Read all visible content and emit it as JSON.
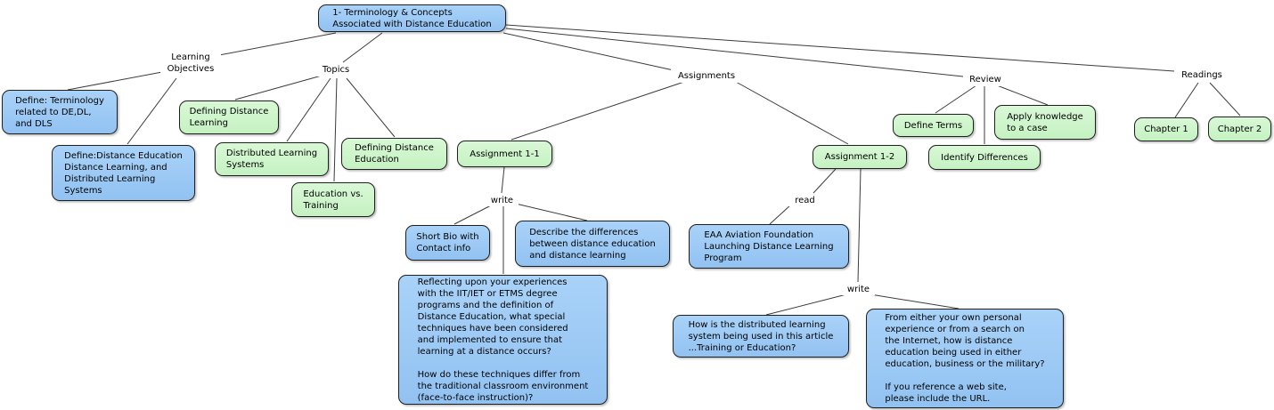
{
  "colors": {
    "concept_blue": "#99C7F6",
    "concept_green": "#CCF5CB",
    "node_border": "#1F1F1F",
    "connector": "#3C3C3C",
    "background": "#FFFFFF"
  },
  "nodes": {
    "root": "1- Terminology & Concepts\nAssociated with Distance Education",
    "learning_objectives": "Learning\nObjectives",
    "topics": "Topics",
    "assignments": "Assignments",
    "review": "Review",
    "readings": "Readings",
    "write_assignment1": "write",
    "read_assignment2": "read",
    "write_assignment2": "write",
    "define_terminology": "Define: Terminology\nrelated to DE,DL,\nand DLS",
    "define_de_dl_dls": "Define:Distance Education\nDistance Learning, and\nDistributed Learning\nSystems",
    "defining_distance_learning": "Defining Distance\nLearning",
    "distributed_learning_systems": "Distributed Learning\nSystems",
    "defining_distance_education": "Defining Distance\nEducation",
    "education_vs_training": "Education vs.\nTraining",
    "assignment_1_1": "Assignment 1-1",
    "assignment_1_2": "Assignment 1-2",
    "define_terms": "Define Terms",
    "apply_knowledge": "Apply knowledge\nto a case",
    "identify_differences": "Identify Differences",
    "chapter_1": "Chapter 1",
    "chapter_2": "Chapter 2",
    "short_bio": "Short Bio with\nContact info",
    "describe_differences": "Describe the differences\nbetween distance education\nand distance learning",
    "reflecting_question": "Reflecting upon your experiences\nwith the IIT/IET or ETMS degree\nprograms and the definition of\nDistance Education, what special\ntechniques have been considered\nand implemented to ensure that\nlearning at a distance occurs?\n\nHow do these techniques differ from\nthe traditional classroom environment\n(face-to-face instruction)?",
    "eaa_aviation": "EAA Aviation Foundation\nLaunching Distance Learning\nProgram",
    "how_distributed_learning_used": "How is the distributed learning\nsystem being used in this article\n...Training or Education?",
    "from_personal_experience": "From either your own personal\nexperience or from a search on\nthe Internet, how is distance\neducation being used in either\neducation, business or the military?\n\nIf you reference a web site,\nplease include the URL."
  }
}
